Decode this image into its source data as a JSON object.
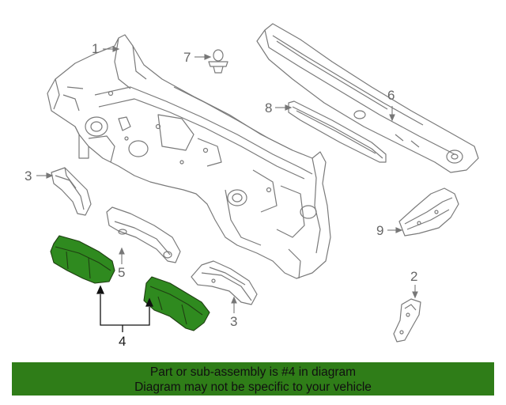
{
  "callouts": {
    "c1": "1",
    "c2": "2",
    "c3a": "3",
    "c3b": "3",
    "c4": "4",
    "c5": "5",
    "c6": "6",
    "c7": "7",
    "c8": "8",
    "c9": "9"
  },
  "banner": {
    "line1": "Part or sub-assembly is #4 in diagram",
    "line2": "Diagram may not be specific to your vehicle",
    "color": "#2f7d18"
  },
  "colors": {
    "line_art": "#888888",
    "highlight_part": "#2f8a1f",
    "callout_text": "#666666"
  }
}
